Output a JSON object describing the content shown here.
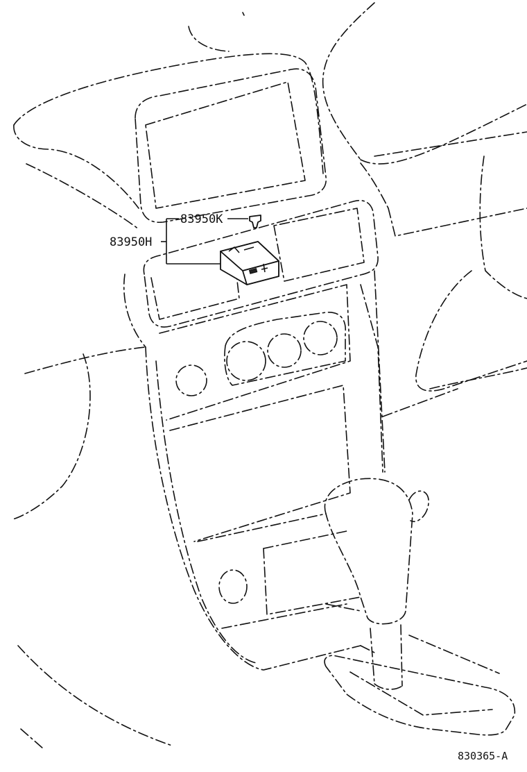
{
  "labels": {
    "part_k": "83950K",
    "part_h": "83950H",
    "drawing_code": "830365-A"
  }
}
